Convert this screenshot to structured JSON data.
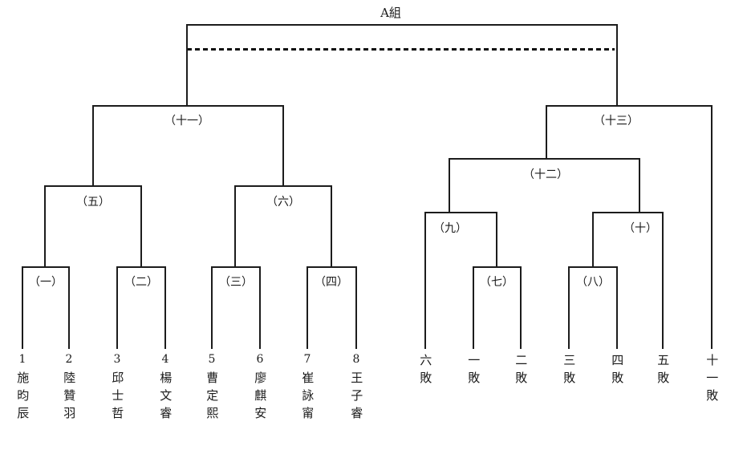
{
  "title": "A組",
  "matches": [
    {
      "num": 1,
      "label": "（一）"
    },
    {
      "num": 2,
      "label": "（二）"
    },
    {
      "num": 3,
      "label": "（三）"
    },
    {
      "num": 4,
      "label": "（四）"
    },
    {
      "num": 5,
      "label": "（五）"
    },
    {
      "num": 6,
      "label": "（六）"
    },
    {
      "num": 7,
      "label": "（七）"
    },
    {
      "num": 8,
      "label": "（八）"
    },
    {
      "num": 9,
      "label": "（九）"
    },
    {
      "num": 10,
      "label": "（十）"
    },
    {
      "num": 11,
      "label": "（十一）"
    },
    {
      "num": 12,
      "label": "（十二）"
    },
    {
      "num": 13,
      "label": "（十三）"
    }
  ],
  "players": [
    {
      "seed": "1",
      "name": "施昀辰"
    },
    {
      "seed": "2",
      "name": "陸贊羽"
    },
    {
      "seed": "3",
      "name": "邱士哲"
    },
    {
      "seed": "4",
      "name": "楊文睿"
    },
    {
      "seed": "5",
      "name": "曹定熙"
    },
    {
      "seed": "6",
      "name": "廖麒安"
    },
    {
      "seed": "7",
      "name": "崔詠甯"
    },
    {
      "seed": "8",
      "name": "王子睿"
    }
  ],
  "loser_slots": [
    "六敗",
    "一敗",
    "二敗",
    "三敗",
    "四敗",
    "五敗",
    "十一敗"
  ],
  "colors": {
    "line": "#1c1c1c",
    "background": "#ffffff",
    "text": "#1a1a1a"
  }
}
